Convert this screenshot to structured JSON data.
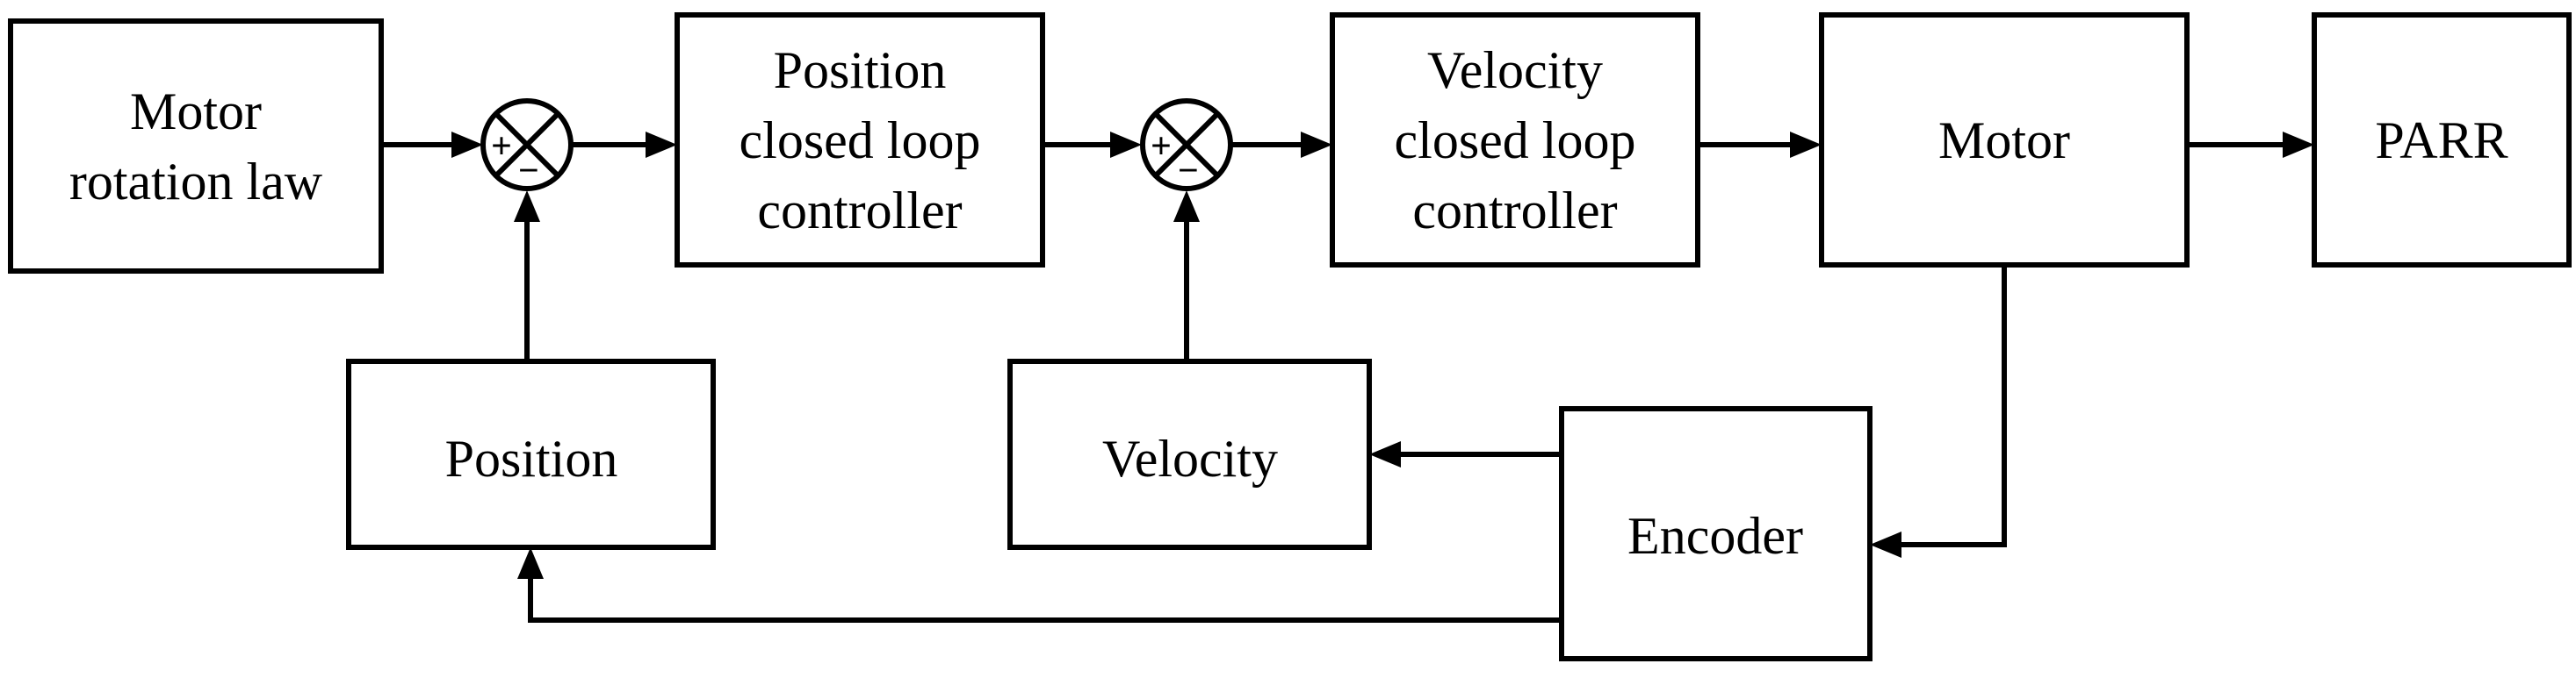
{
  "blocks": {
    "motor_rotation_law": [
      "Motor",
      "rotation law"
    ],
    "position_controller": [
      "Position",
      "closed loop",
      "controller"
    ],
    "velocity_controller": [
      "Velocity",
      "closed loop",
      "controller"
    ],
    "motor": [
      "Motor"
    ],
    "parr": [
      "PARR"
    ],
    "position_feedback": [
      "Position"
    ],
    "velocity_feedback": [
      "Velocity"
    ],
    "encoder": [
      "Encoder"
    ]
  },
  "summing_junctions": {
    "first": {
      "plus": "+",
      "minus": "−"
    },
    "second": {
      "plus": "+",
      "minus": "−"
    }
  }
}
